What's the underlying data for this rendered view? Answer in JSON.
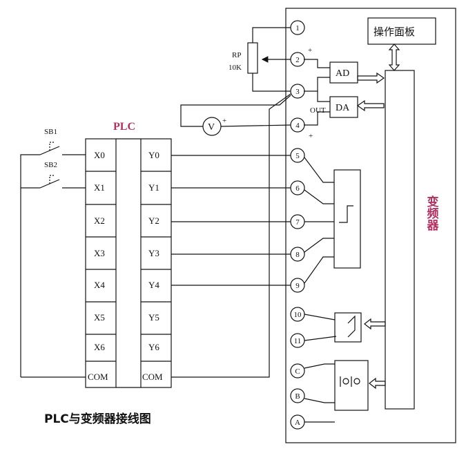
{
  "diagram": {
    "plc_title": "PLC",
    "vfd_title": "变频器",
    "operator_panel": "操作面板",
    "caption": "PLC与变频器接线图",
    "plc_inputs": [
      "X0",
      "X1",
      "X2",
      "X3",
      "X4",
      "X5",
      "X6",
      "COM"
    ],
    "plc_outputs": [
      "Y0",
      "Y1",
      "Y2",
      "Y3",
      "Y4",
      "Y5",
      "Y6",
      "COM"
    ],
    "switches": [
      "SB1",
      "SB2"
    ],
    "potentiometer": {
      "name": "RP",
      "value": "10K"
    },
    "voltmeter": "V",
    "plus_sign": "+",
    "ad_label": "AD",
    "da_label": "DA",
    "out_label": "OUT",
    "terminals": [
      "1",
      "2",
      "3",
      "4",
      "5",
      "6",
      "7",
      "8",
      "9",
      "10",
      "11",
      "C",
      "B",
      "A"
    ],
    "line_color": "#111111",
    "title_color": "#b03060"
  }
}
